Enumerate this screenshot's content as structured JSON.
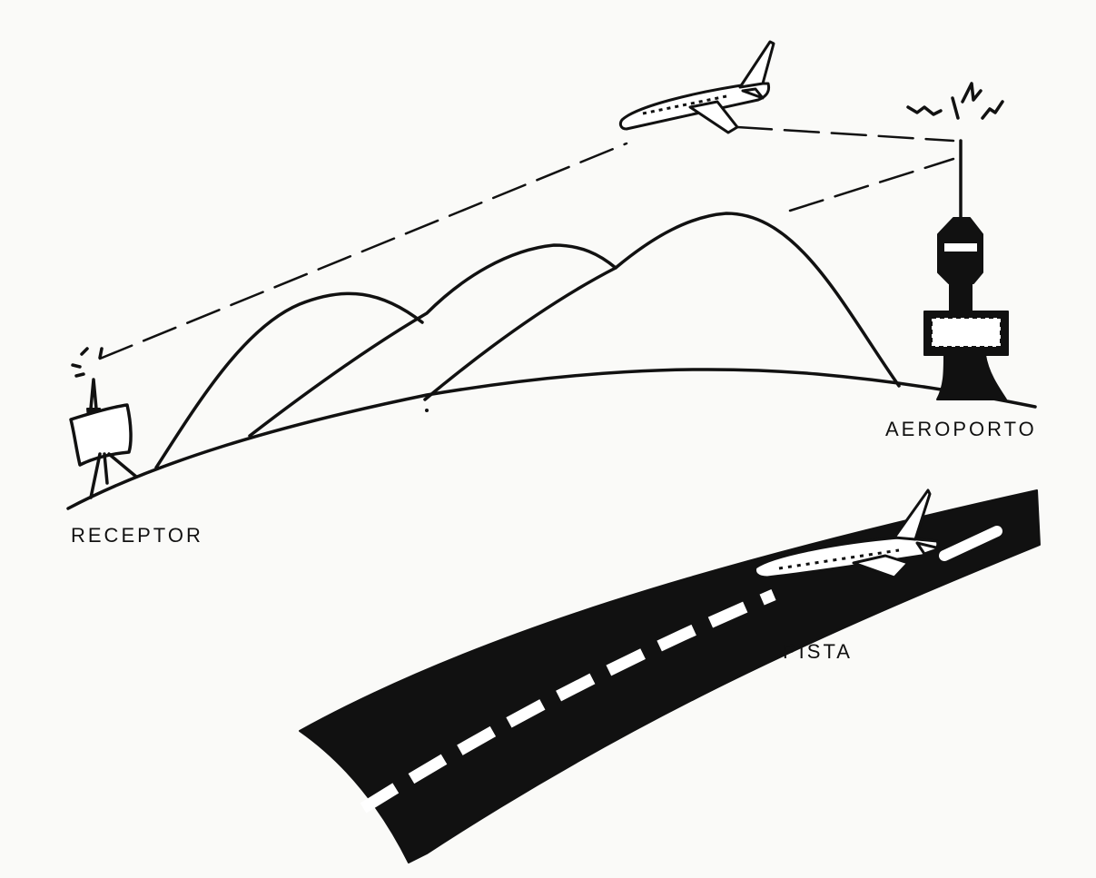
{
  "labels": {
    "receiver": "RECEPTOR",
    "airport": "AEROPORTO",
    "runway": "PISTA"
  },
  "colors": {
    "ink": "#111111",
    "paper": "#fafaf8"
  }
}
